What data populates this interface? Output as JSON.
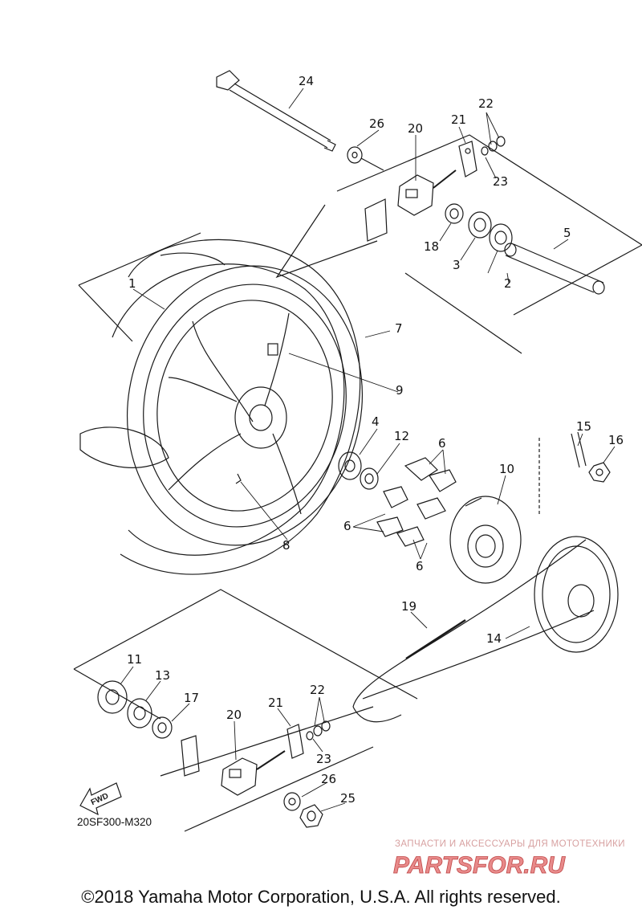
{
  "labels": {
    "p1": "1",
    "p2": "2",
    "p3": "3",
    "p4": "4",
    "p5": "5",
    "p6a": "6",
    "p6b": "6",
    "p6c": "6",
    "p7": "7",
    "p8": "8",
    "p9": "9",
    "p10": "10",
    "p11": "11",
    "p12": "12",
    "p13": "13",
    "p14": "14",
    "p15": "15",
    "p16": "16",
    "p17": "17",
    "p18": "18",
    "p19": "19",
    "p20a": "20",
    "p20b": "20",
    "p21a": "21",
    "p21b": "21",
    "p22a": "22",
    "p22b": "22",
    "p23a": "23",
    "p23b": "23",
    "p24": "24",
    "p25": "25",
    "p26a": "26",
    "p26b": "26"
  },
  "fwd_arrow_text": "FWD",
  "drawing_code": "20SF300-M320",
  "watermark": {
    "caption": "ЗАПЧАСТИ И АКСЕССУАРЫ ДЛЯ МОТОТЕХНИКИ",
    "logo": "PARTSFOR.RU"
  },
  "copyright": "©2018 Yamaha Motor Corporation, U.S.A. All rights reserved.",
  "colors": {
    "line": "#1a1a1a",
    "background": "#ffffff",
    "watermark": "#d7a0a0",
    "watermark_logo": "#e88a8a"
  }
}
